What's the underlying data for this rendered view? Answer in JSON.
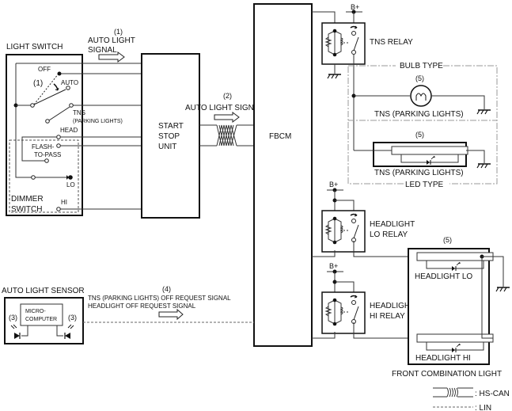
{
  "light_switch": {
    "title": "LIGHT SWITCH",
    "callout": "(1)",
    "positions": {
      "off": "OFF",
      "auto": "AUTO",
      "tns_line1": "TNS",
      "tns_line2": "(PARKING LIGHTS)",
      "head": "HEAD",
      "flash_line1": "FLASH-",
      "flash_line2": "TO-PASS",
      "lo": "LO",
      "hi": "HI"
    },
    "dimmer_line1": "DIMMER",
    "dimmer_line2": "SWITCH"
  },
  "signal1": {
    "callout": "(1)",
    "line1": "AUTO LIGHT",
    "line2": "SIGNAL"
  },
  "start_stop_unit": {
    "line1": "START",
    "line2": "STOP",
    "line3": "UNIT"
  },
  "signal2": {
    "callout": "(2)",
    "label": "AUTO LIGHT SIGNAL"
  },
  "fbcm": {
    "label": "FBCM"
  },
  "tns_relay": {
    "supply": "B+",
    "label": "TNS RELAY"
  },
  "bulb_type": {
    "label": "BULB TYPE",
    "callout": "(5)",
    "lamp_label": "TNS (PARKING LIGHTS)"
  },
  "led_type": {
    "label": "LED TYPE",
    "callout": "(5)",
    "lamp_label": "TNS (PARKING LIGHTS)"
  },
  "headlight_lo_relay": {
    "supply": "B+",
    "line1": "HEADLIGHT",
    "line2": "LO RELAY"
  },
  "headlight_hi_relay": {
    "supply": "B+",
    "line1": "HEADLIGHT",
    "line2": "HI RELAY"
  },
  "front_combination_light": {
    "callout": "(5)",
    "headlight_lo": "HEADLIGHT LO",
    "headlight_hi": "HEADLIGHT HI",
    "label": "FRONT COMBINATION LIGHT"
  },
  "auto_light_sensor": {
    "title": "AUTO LIGHT SENSOR",
    "micro_line1": "MICRO-",
    "micro_line2": "COMPUTER",
    "callout_left": "(3)",
    "callout_right": "(3)"
  },
  "signal4": {
    "callout": "(4)",
    "line1": "TNS (PARKING LIGHTS) OFF REQUEST SIGNAL",
    "line2": "HEADLIGHT OFF REQUEST SIGNAL"
  },
  "legend": {
    "hs_can": ": HS-CAN",
    "lin": ": LIN"
  }
}
